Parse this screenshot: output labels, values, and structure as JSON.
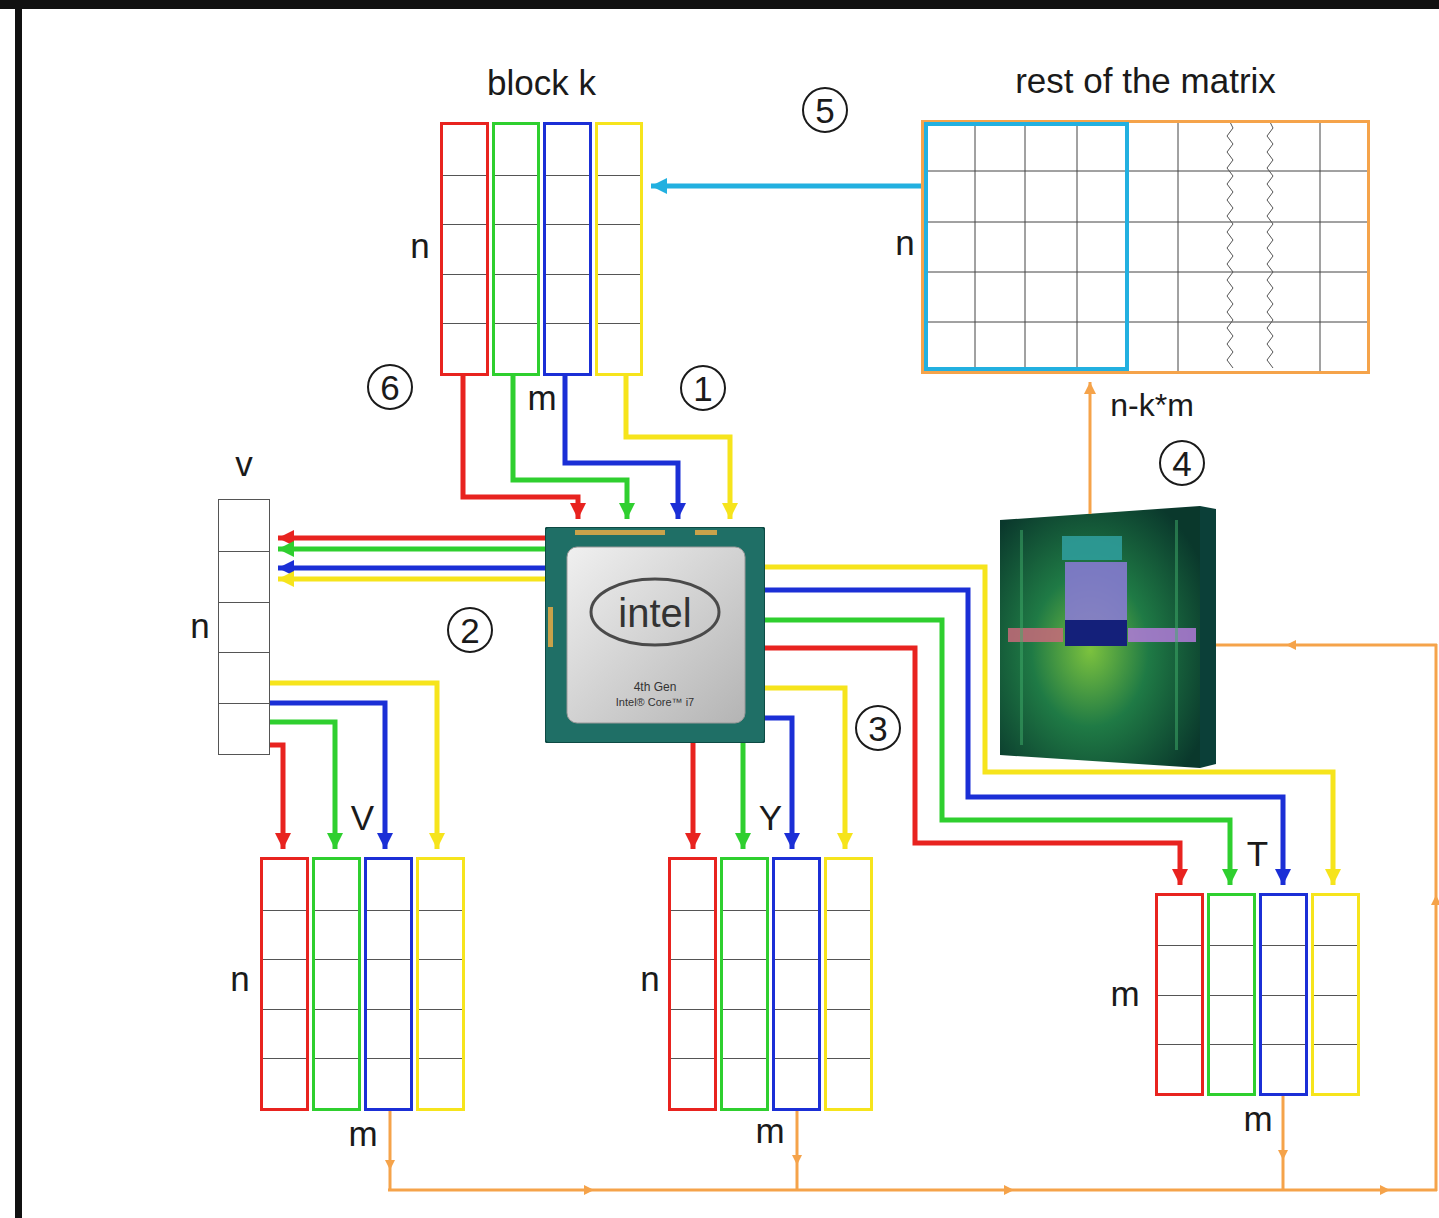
{
  "diagram": {
    "nodes": [
      {
        "text": [
          "block k"
        ]
      },
      {
        "text": [
          "rest of the matrix"
        ]
      },
      {
        "text": [
          "v"
        ]
      },
      {
        "text": [
          "intel",
          "4th Gen",
          "Intel® Core™ i7"
        ]
      },
      {
        "text": [
          "V"
        ]
      },
      {
        "text": [
          "Y"
        ]
      },
      {
        "text": [
          "T"
        ]
      }
    ],
    "edges": [
      {
        "from": 1,
        "to": 0,
        "arrow": "to"
      },
      {
        "from": 0,
        "to": 3,
        "arrow": "to"
      },
      {
        "from": 0,
        "to": 3,
        "arrow": "to"
      },
      {
        "from": 0,
        "to": 3,
        "arrow": "to"
      },
      {
        "from": 0,
        "to": 3,
        "arrow": "to"
      },
      {
        "from": 3,
        "to": 2,
        "arrow": "to"
      },
      {
        "from": 3,
        "to": 2,
        "arrow": "to"
      },
      {
        "from": 3,
        "to": 2,
        "arrow": "to"
      },
      {
        "from": 3,
        "to": 2,
        "arrow": "to"
      },
      {
        "from": 2,
        "to": 4,
        "arrow": "to"
      },
      {
        "from": 2,
        "to": 4,
        "arrow": "to"
      },
      {
        "from": 2,
        "to": 4,
        "arrow": "to"
      },
      {
        "from": 2,
        "to": 4,
        "arrow": "to"
      },
      {
        "from": 3,
        "to": 5,
        "arrow": "to"
      },
      {
        "from": 3,
        "to": 5,
        "arrow": "to"
      },
      {
        "from": 3,
        "to": 5,
        "arrow": "to"
      },
      {
        "from": 3,
        "to": 5,
        "arrow": "to"
      },
      {
        "from": 3,
        "to": 6,
        "arrow": "to"
      },
      {
        "from": 3,
        "to": 6,
        "arrow": "to"
      },
      {
        "from": 3,
        "to": 6,
        "arrow": "to"
      },
      {
        "from": 3,
        "to": 6,
        "arrow": "to"
      }
    ],
    "labels": [
      "5",
      "n",
      "n",
      "6",
      "m",
      "1",
      "n-k*m",
      "4",
      "n",
      "2",
      "3",
      "n",
      "n",
      "m",
      "m",
      "m",
      "m"
    ]
  }
}
